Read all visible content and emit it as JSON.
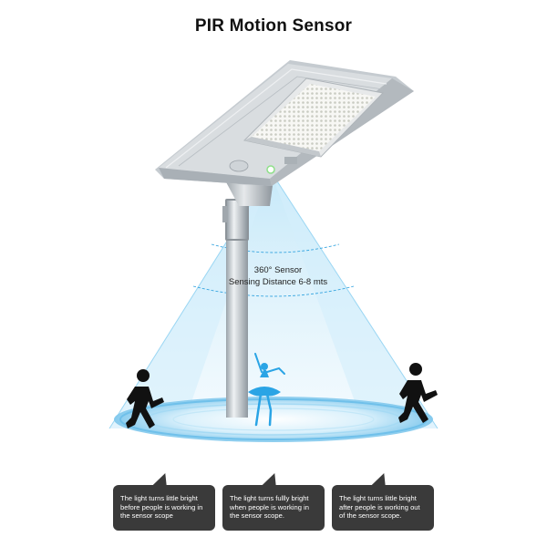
{
  "title": "PIR Motion Sensor",
  "sensor": {
    "line1": "360° Sensor",
    "line2": "Sensing Distance 6-8 mts"
  },
  "captions": [
    "The light turns little bright before people is working in the sensor scope",
    "The light turns fullly bright when people is working in the sensor scope.",
    "The light turns little bright after people is working out of the sensor scope."
  ],
  "colors": {
    "beam": "#a8dcf5",
    "figure_highlight": "#33a8e6",
    "figure_dark": "#111111",
    "bubble": "#3a3a3a"
  }
}
